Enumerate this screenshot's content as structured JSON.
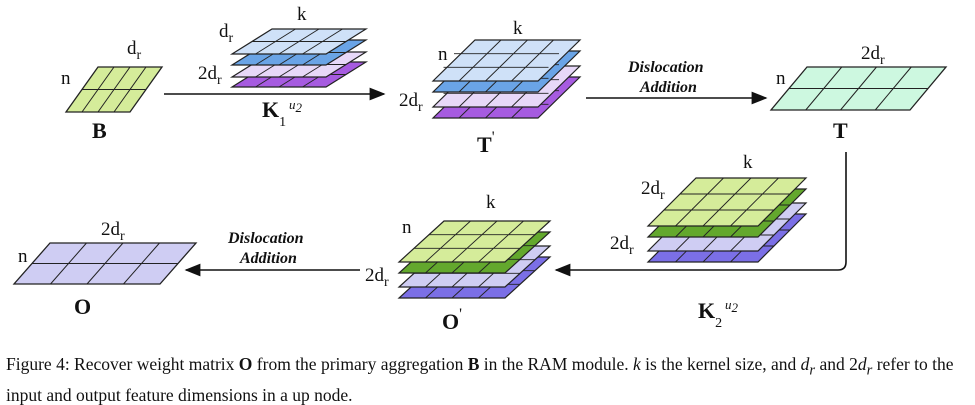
{
  "colors": {
    "green": "#d5ec9a",
    "green_dark": "#63a82d",
    "blue": "#cfe1f8",
    "blue_dark": "#6aa4e6",
    "purple": "#e7d8f8",
    "purple_dark": "#a65be0",
    "teal": "#cdf8e0",
    "lavender": "#cfcdf3",
    "lavender_dark": "#7b6fe6"
  },
  "labels": {
    "n": "n",
    "d": "d",
    "r": "r",
    "two": "2",
    "k": "k",
    "B": "B",
    "T": "T",
    "O": "O",
    "prime": "'",
    "K": "K",
    "one": "1",
    "two_sub": "2",
    "u": "u",
    "u_sub": "2",
    "dislocation": "Dislocation",
    "addition": "Addition"
  },
  "caption": {
    "fig": "Figure 4: Recover weight matrix ",
    "O": "O",
    "t1": " from the primary aggregation ",
    "B": "B",
    "t2": " in the RAM module. ",
    "k": "k",
    "t3": " is the kernel size, and ",
    "d": "d",
    "r": "r",
    "t4": " and 2",
    "d2": "d",
    "r2": "r",
    "t5": " refer to the input and output feature dimensions in a up node."
  }
}
